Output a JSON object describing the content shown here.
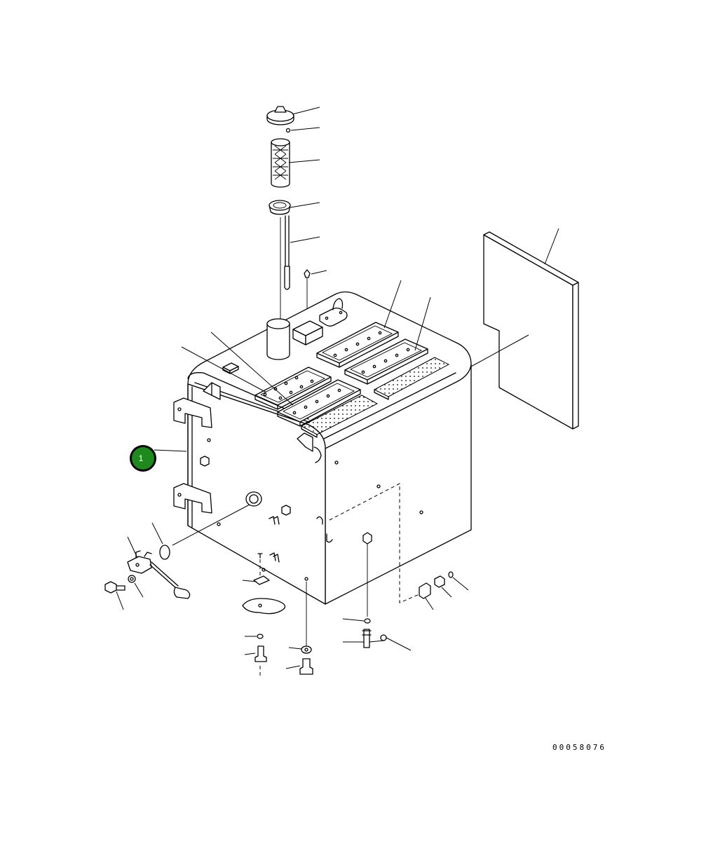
{
  "drawing_number": "00058076",
  "callouts": [
    {
      "label": "1",
      "part": "tank-assembly"
    }
  ],
  "colors": {
    "line": "#000000",
    "background": "#ffffff",
    "callout_fill": "#1e8a1e",
    "callout_ring": "#000000"
  }
}
